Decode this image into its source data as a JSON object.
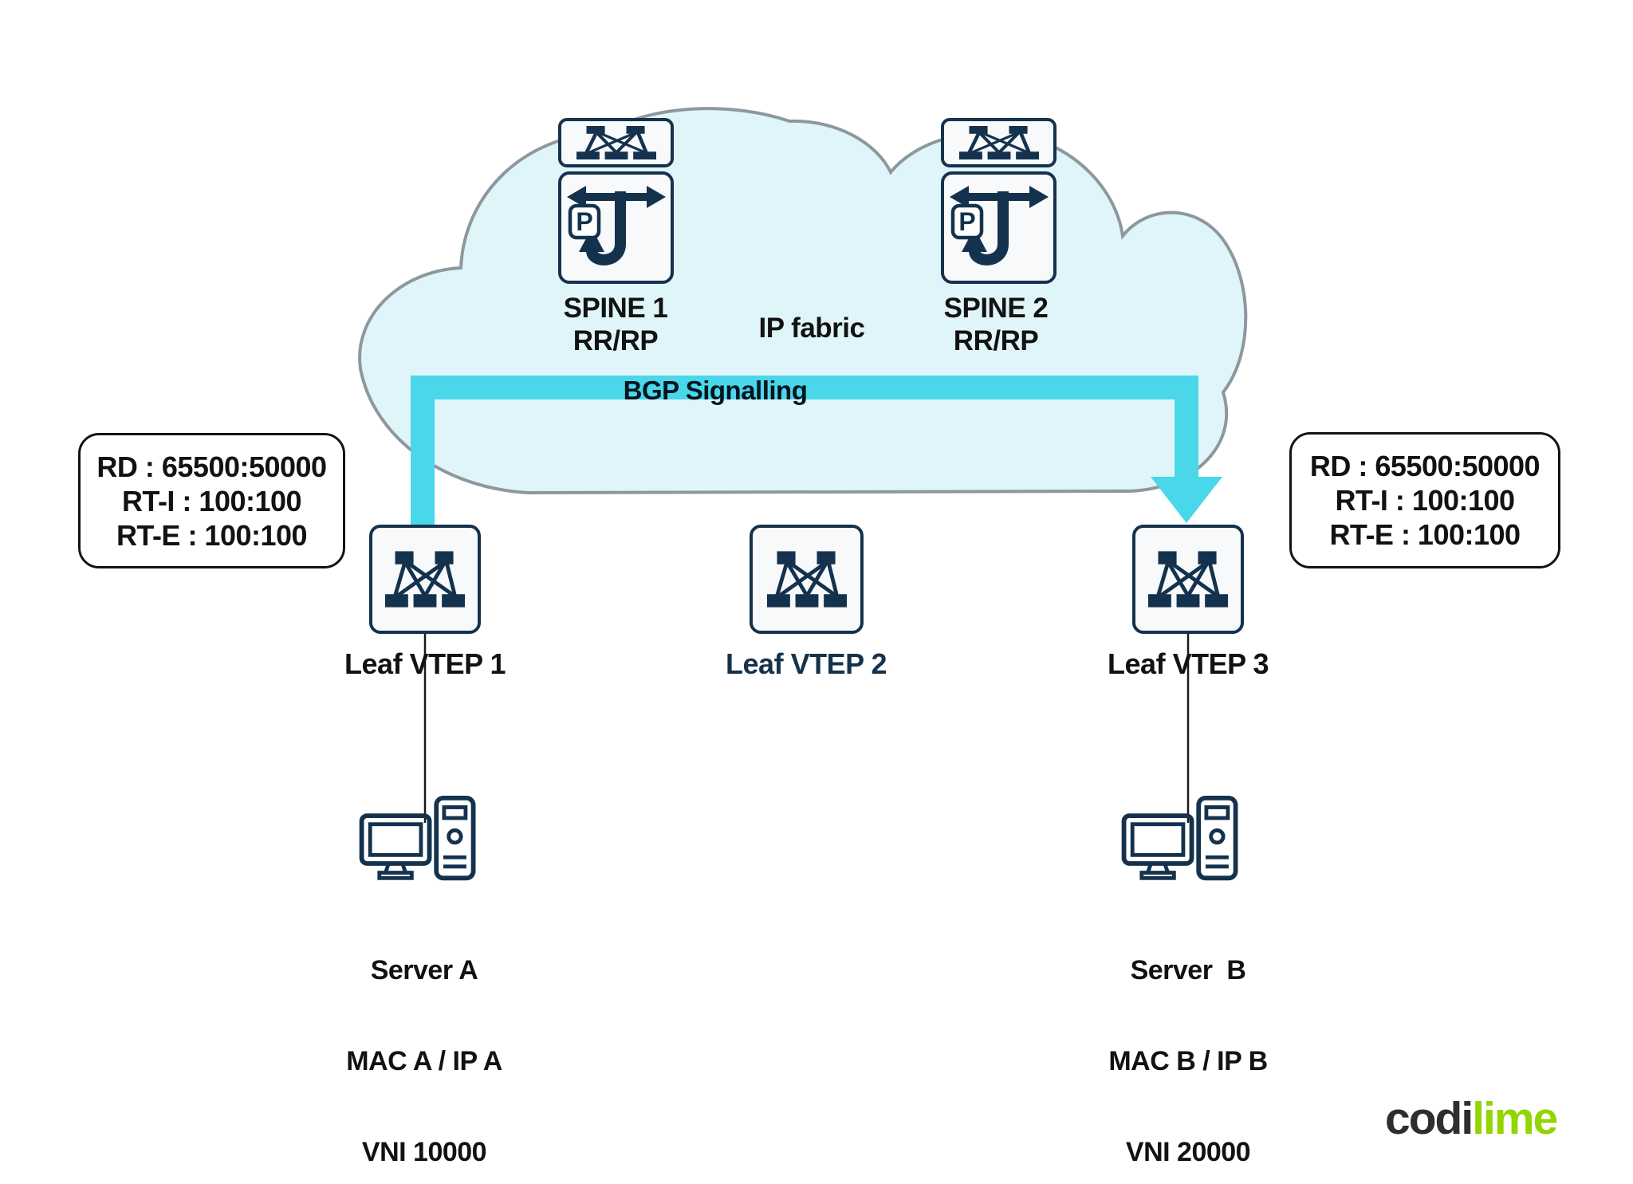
{
  "diagram": {
    "cloud": {
      "label": "IP fabric",
      "fill": "#e0f5f9",
      "stroke": "#8d989e"
    },
    "bgp_arrow": {
      "label": "BGP Signalling",
      "color": "#49d7e9"
    },
    "spines": [
      {
        "name": "SPINE 1",
        "role": "RR/RP"
      },
      {
        "name": "SPINE 2",
        "role": "RR/RP"
      }
    ],
    "leaves": [
      {
        "label": "Leaf VTEP 1"
      },
      {
        "label": "Leaf VTEP 2"
      },
      {
        "label": "Leaf VTEP 3"
      }
    ],
    "route_boxes": {
      "left": {
        "lines": [
          "RD : 65500:50000",
          "RT-I : 100:100",
          "RT-E : 100:100"
        ]
      },
      "right": {
        "lines": [
          "RD : 65500:50000",
          "RT-I : 100:100",
          "RT-E : 100:100"
        ]
      }
    },
    "servers": [
      {
        "name": "Server A",
        "addr": "MAC A / IP A",
        "vni": "VNI 10000"
      },
      {
        "name": "Server  B",
        "addr": "MAC B / IP B",
        "vni": "VNI 20000"
      }
    ],
    "router_icon": {
      "letter": "P"
    },
    "logo": {
      "part1": "codi",
      "part2": "lime",
      "part1_color": "#2e2e31",
      "part2_color": "#93d500"
    },
    "colors": {
      "icon_navy": "#14324d",
      "text_black": "#121212",
      "leaf2_label_navy": "#16324b"
    }
  }
}
